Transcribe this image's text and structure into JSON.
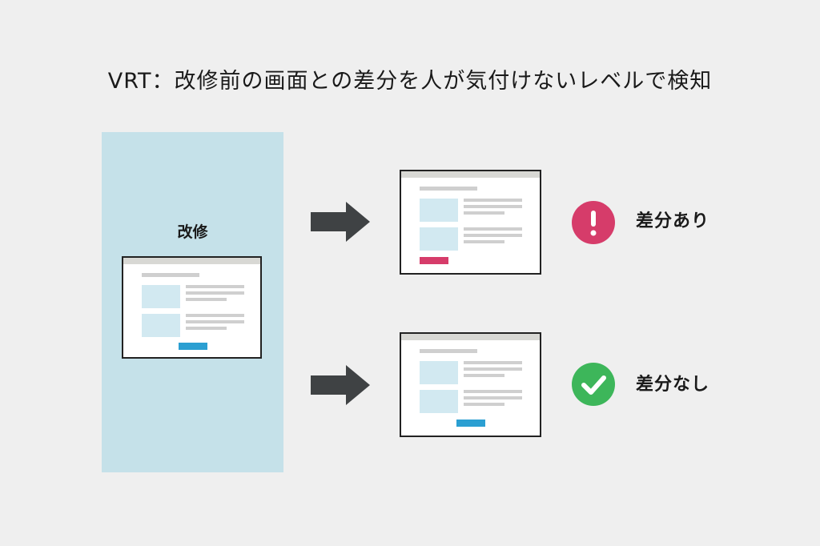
{
  "title": "VRT：改修前の画面との差分を人が気付けないレベルで検知",
  "source": {
    "label": "改修"
  },
  "results": [
    {
      "label": "差分あり",
      "icon": "exclamation-icon",
      "icon_color": "#d63c6a",
      "button_color": "#d63c6a"
    },
    {
      "label": "差分なし",
      "icon": "check-icon",
      "icon_color": "#3db65a",
      "button_color": "#2b9fd2"
    }
  ],
  "colors": {
    "background": "#efefef",
    "panel": "#c5e1e9",
    "arrow": "#3f4244",
    "source_button": "#2b9fd2"
  }
}
